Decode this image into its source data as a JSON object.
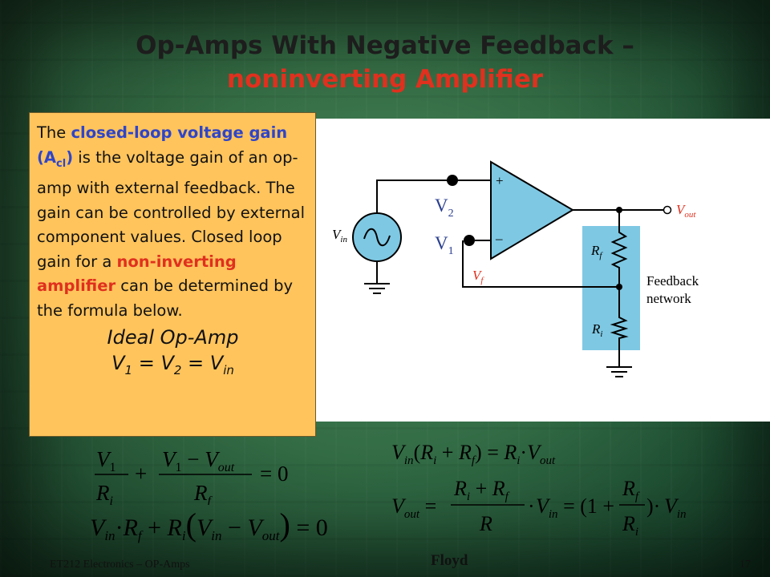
{
  "title": {
    "line1": "Op-Amps With Negative Feedback –",
    "line2": "noninverting Amplifier"
  },
  "textbox": {
    "t1": "The ",
    "t2": "closed-loop voltage gain (A",
    "t2_sub": "cl",
    "t3": ")",
    "t4": " is the voltage gain of an op-amp with external feedback. The gain can be controlled by external component values. Closed loop gain for a ",
    "t5": "non-inverting amplifier",
    "t6": " can be determined by the formula below.",
    "ideal_title": "Ideal Op-Amp",
    "ideal_v": "V",
    "ideal_s1": "1",
    "ideal_s2": "2",
    "ideal_sin": "in",
    "ideal_eq": " = "
  },
  "diagram": {
    "v2_label": "V",
    "v2_sub": "2",
    "v1_label": "V",
    "v1_sub": "1",
    "vin_label": "V",
    "vin_sub": "in",
    "vout_label": "V",
    "vout_sub": "out",
    "vf_label": "V",
    "vf_sub": "f",
    "rf_label": "R",
    "rf_sub": "f",
    "ri_label": "R",
    "ri_sub": "i",
    "plus_sign": "+",
    "minus_sign": "–",
    "feedback_l1": "Feedback",
    "feedback_l2": "network"
  },
  "equations": {
    "eq_left1": "V1/Ri + (V1 − Vout)/Rf = 0",
    "eq_left2": "Vin·Rf + Ri(Vin − Vout) = 0",
    "eq_right1": "Vin(Ri + Rf) = Ri·Vout",
    "eq_right2": "Vout = (Ri + Rf)/R · Vin = (1 + Rf/Ri) · Vin"
  },
  "footer": {
    "left": "ET212 Electronics – OP-Amps",
    "center": "Floyd",
    "right": "17"
  },
  "colors": {
    "title_dark": "#1d1d1d",
    "title_red": "#e0301e",
    "textbox_bg": "#ffc45c",
    "highlight_blue": "#2f45c9",
    "highlight_red": "#e0301e",
    "feedback_network": "#7ec8e3"
  }
}
